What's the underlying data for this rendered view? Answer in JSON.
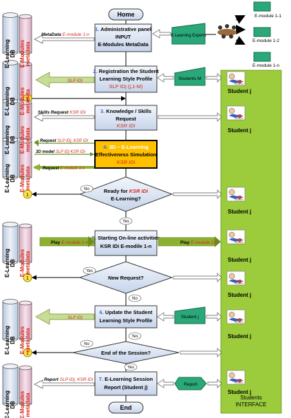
{
  "colors": {
    "step_fill": "#dce6f4",
    "highlight_fill": "#ffc000",
    "panel_green": "#9ccc3c",
    "red_text": "#d42b1e",
    "number_blue": "#2f6bd6",
    "db_pink": "#e8c8d8",
    "arrow_green": "#8db030"
  },
  "diagram": {
    "start_label": "Home",
    "end_label": "End",
    "yes_label": "Yes",
    "no_label": "No",
    "connector_label": "1",
    "db": {
      "line1": "E-Learning",
      "line2": "DB",
      "meta1": "E-Modules",
      "meta2": "metadata"
    },
    "top_modules": {
      "m1": "E-module 1-1",
      "m2": "E-module 1-2",
      "m3": "E-module 1-n"
    },
    "experts_label": "E-Learning Experts",
    "students_label": "Students M",
    "student_update_label": "Student j",
    "report_shape_label": "Report",
    "student_label": "Student j",
    "interface": {
      "line1": "Students",
      "line2": "INTERFACE"
    },
    "steps": {
      "s1": {
        "num": "1.",
        "line1": "Administrative panel",
        "line2": "INPUT",
        "line3": "E-Modules MetaData"
      },
      "s2": {
        "num": "2.",
        "line1": "Registration the Student",
        "line2": "Learning Style Profile",
        "red": "SLP IDj (j,1-M)"
      },
      "s3": {
        "num": "3.",
        "line1": "Knowledge / Skills",
        "line2": "Request",
        "red": "KSR IDi"
      },
      "s4": {
        "num": "4.",
        "line1": "3D – E-Learning",
        "line2": "Effectiveness Simulation",
        "red": "KSR IDi"
      },
      "s5": {
        "num": "5.",
        "line1": "Starting On-line activities",
        "line2": "KSR IDi E-modile 1-n"
      },
      "s6": {
        "num": "6.",
        "line1": "Update  the Student",
        "line2": "Learning Style Profile"
      },
      "s7": {
        "num": "7.",
        "line1": "E-Learning Session",
        "line2": "Report (Student j)"
      }
    },
    "decisions": {
      "d1": {
        "line1": "Ready for",
        "red": "KSR IDi",
        "line2": "E-Learning?"
      },
      "d2": {
        "line1": "New Request?"
      },
      "d3": {
        "line1": "End of the Session?"
      }
    },
    "arrows": {
      "metadata": {
        "black": "MetaData",
        "red": "E-module 1-n"
      },
      "slp1": "SLP IDj",
      "skills": {
        "black": "Skills Request",
        "red": "KSR IDi"
      },
      "req4": {
        "black": "Request",
        "red": "SLP IDj, KSR IDi"
      },
      "model3d": {
        "black": "3D model",
        "red": "SLP IDj KSR IDi"
      },
      "req4b": {
        "black": "Request",
        "red": "E-module 1-n"
      },
      "play_left": {
        "black": "Play",
        "red": "E-module 1-n"
      },
      "play_right": {
        "black": "Play",
        "red": "E-module 1-n"
      },
      "slp6": "SLP IDj",
      "report": {
        "black": "Report",
        "red": "SLP IDj, KSR IDi"
      }
    }
  }
}
